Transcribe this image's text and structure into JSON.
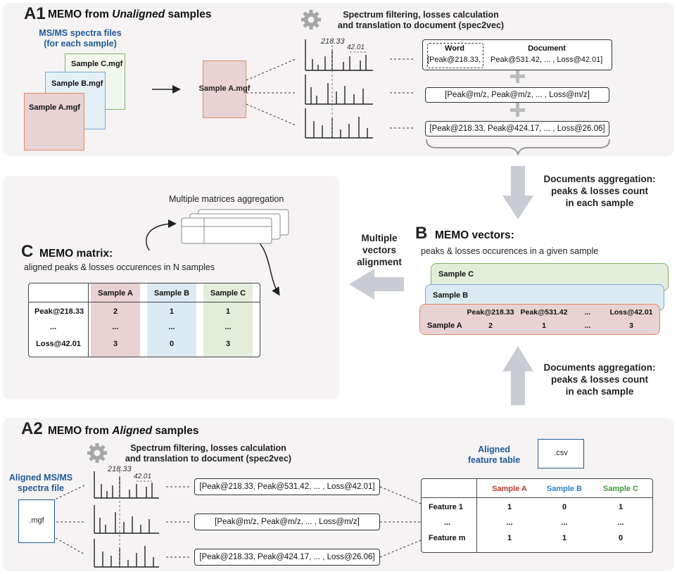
{
  "panel_a1": {
    "letter": "A1",
    "title_pre": "MEMO from ",
    "title_em": "Unaligned",
    "title_post": " samples",
    "spectra_files_line1": "MS/MS spectra files",
    "spectra_files_line2": "(for each sample)",
    "sample_files": [
      "Sample C.mgf",
      "Sample B.mgf",
      "Sample A.mgf"
    ],
    "selected_file": "Sample A.mgf",
    "step_line1": "Spectrum filtering, losses calculation",
    "step_line2": "and translation to document (spec2vec)",
    "peak_label_1": "218.33",
    "peak_label_2": "42.01",
    "word_label": "Word",
    "document_label": "Document",
    "doc1_word": "[Peak@218.33,",
    "doc1_rest": "Peak@531.42, ... ,  Loss@42.01]",
    "doc2": "[Peak@m/z, Peak@m/z,  ... , Loss@m/z]",
    "doc3": "[Peak@218.33, Peak@424.17, ... , Loss@26.06]"
  },
  "arrow_top_label": [
    "Documents aggregation:",
    "peaks & losses count",
    "in each sample"
  ],
  "arrow_bottom_label": [
    "Documents aggregation:",
    "peaks & losses count",
    "in each sample"
  ],
  "align_label": [
    "Multiple",
    "vectors",
    "alignment"
  ],
  "panel_b": {
    "letter": "B",
    "title": "MEMO vectors:",
    "subtitle": "peaks & losses occurences in a given sample",
    "card_c": "Sample C",
    "card_b": "Sample B",
    "card_a": "Sample A",
    "headers": [
      "Peak@218.33",
      "Peak@531.42",
      "...",
      "Loss@42.01"
    ],
    "values": [
      "2",
      "1",
      "...",
      "3"
    ]
  },
  "panel_c": {
    "letter": "C",
    "title": "MEMO matrix:",
    "subtitle": "aligned peaks & losses occurences in N samples",
    "agg_label": "Multiple matrices aggregation",
    "columns": [
      "Sample A",
      "Sample B",
      "Sample C"
    ],
    "rows": [
      {
        "label": "Peak@218.33",
        "values": [
          "2",
          "1",
          "1"
        ]
      },
      {
        "label": "...",
        "values": [
          "...",
          "...",
          "..."
        ]
      },
      {
        "label": "Loss@42.01",
        "values": [
          "3",
          "0",
          "3"
        ]
      }
    ]
  },
  "panel_a2": {
    "letter": "A2",
    "title_pre": "MEMO from ",
    "title_em": "Aligned",
    "title_post": " samples",
    "step_line1": "Spectrum filtering, losses calculation",
    "step_line2": "and translation to document (spec2vec)",
    "spectra_line1": "Aligned MS/MS",
    "spectra_line2": "spectra file",
    "mgf_label": ".mgf",
    "csv_label": ".csv",
    "feature_table_line1": "Aligned",
    "feature_table_line2": "feature table",
    "peak_label_1": "218.33",
    "peak_label_2": "42.01",
    "doc1": "[Peak@218.33,     Peak@531.42, ... ,  Loss@42.01]",
    "doc2": "[Peak@m/z, Peak@m/z,  ... , Loss@m/z]",
    "doc3": "[Peak@218.33, Peak@424.17, ... , Loss@26.06]",
    "columns": [
      "Sample A",
      "Sample B",
      "Sample C"
    ],
    "rows": [
      {
        "label": "Feature 1",
        "values": [
          "1",
          "0",
          "1"
        ]
      },
      {
        "label": "...",
        "values": [
          "...",
          "...",
          "..."
        ]
      },
      {
        "label": "Feature m",
        "values": [
          "1",
          "1",
          "0"
        ]
      }
    ]
  },
  "colors": {
    "panel_bg": "#f6f3f4",
    "sample_a": "#e8d2d3",
    "sample_a_border": "#e58a5a",
    "sample_b": "#dcebf3",
    "sample_b_border": "#7aa7d8",
    "sample_c": "#e3edd9",
    "sample_c_border": "#7fb36b",
    "title_blue": "#1f5a96",
    "red_text": "#c0392b",
    "blue_text": "#2e7fc1",
    "green_text": "#3b9a3b"
  }
}
